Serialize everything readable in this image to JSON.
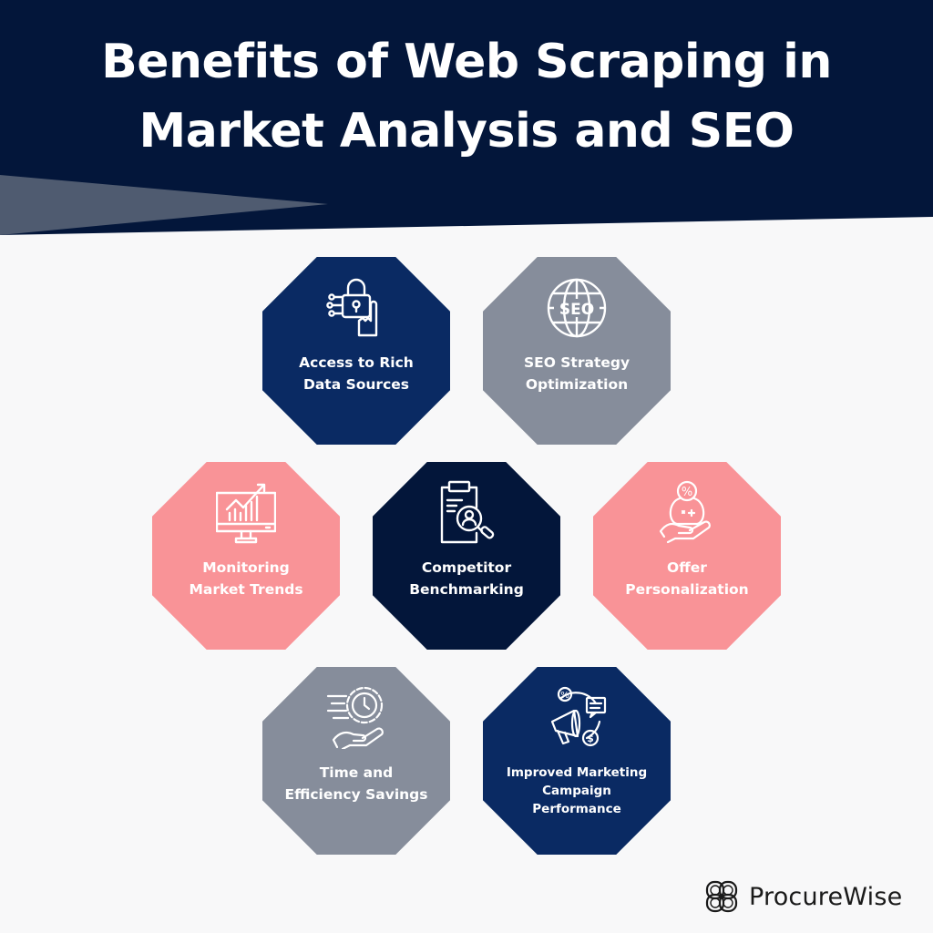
{
  "header": {
    "title_line1": "Benefits of Web Scraping in",
    "title_line2": "Market Analysis and SEO",
    "colors": {
      "navy": "#03163a",
      "slate": "#4f5b70"
    }
  },
  "benefits": [
    {
      "id": "access",
      "line1": "Access to Rich",
      "line2": "Data Sources",
      "icon": "lock-data-hand-icon",
      "color": "#0a2a63"
    },
    {
      "id": "seo",
      "line1": "SEO Strategy",
      "line2": "Optimization",
      "icon": "seo-globe-icon",
      "color": "#868d9b"
    },
    {
      "id": "trends",
      "line1": "Monitoring",
      "line2": "Market Trends",
      "icon": "monitor-chart-icon",
      "color": "#f99397"
    },
    {
      "id": "competitor",
      "line1": "Competitor",
      "line2": "Benchmarking",
      "icon": "clipboard-search-icon",
      "color": "#03163a"
    },
    {
      "id": "personalization",
      "line1": "Offer",
      "line2": "Personalization",
      "icon": "hand-offer-icon",
      "color": "#f99397"
    },
    {
      "id": "time",
      "line1": "Time and",
      "line2": "Efficiency Savings",
      "icon": "hand-clock-gear-icon",
      "color": "#868d9b"
    },
    {
      "id": "marketing",
      "line1": "Improved Marketing",
      "line2": "Campaign",
      "line3": "Performance",
      "icon": "megaphone-cycle-icon",
      "color": "#0a2a63"
    }
  ],
  "brand": {
    "name": "ProcureWise",
    "icon": "knot-logo-icon"
  },
  "background": "#f8f8f9"
}
